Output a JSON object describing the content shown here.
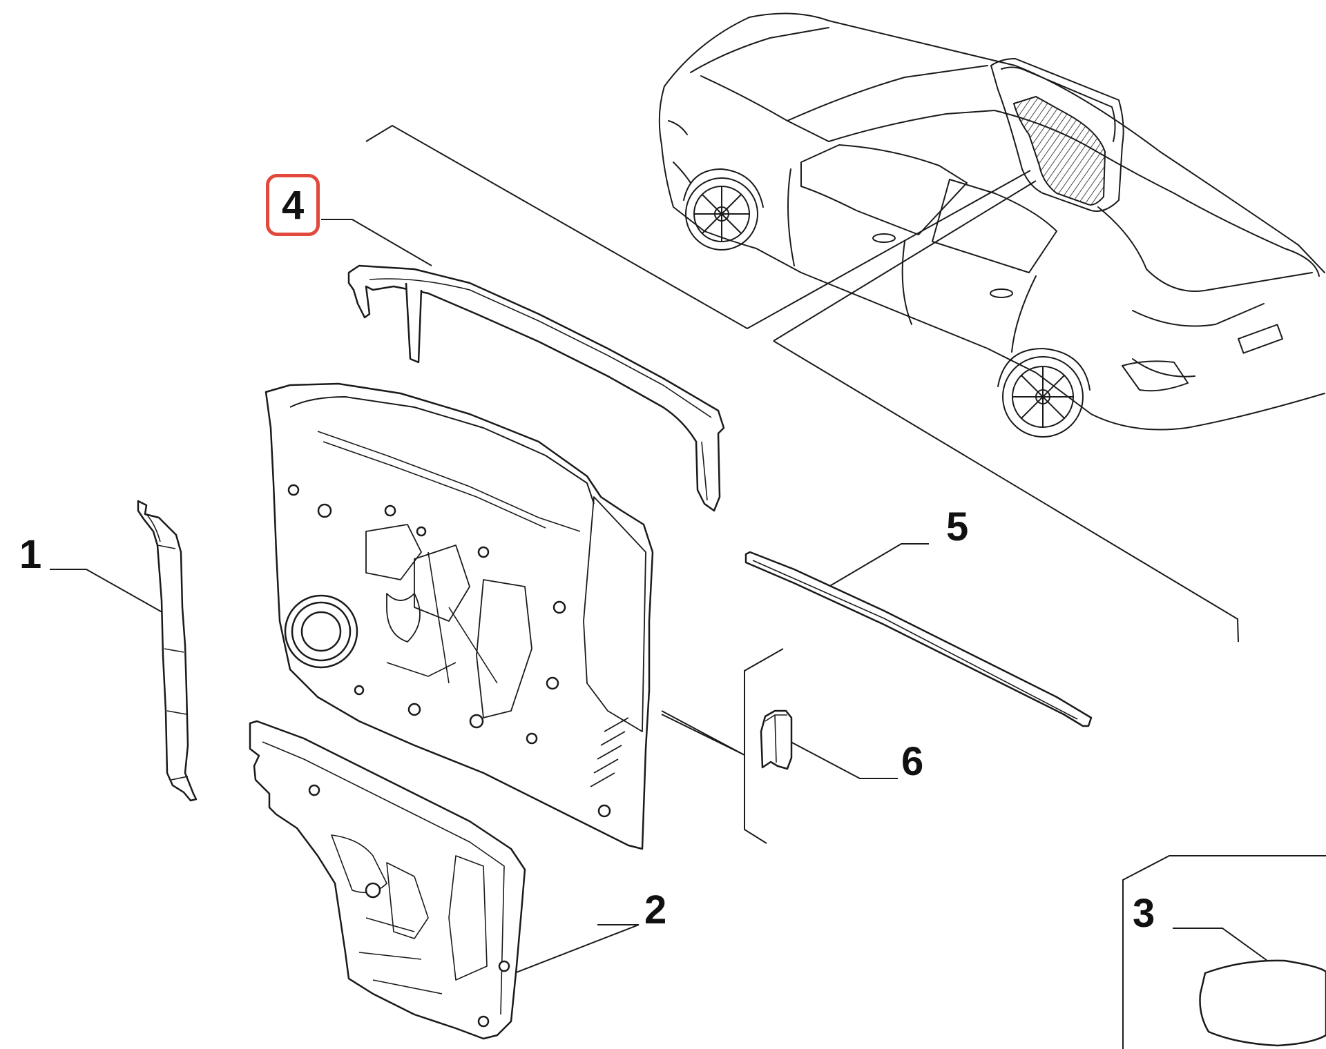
{
  "callouts": [
    {
      "id": "1",
      "label": "1",
      "selected": false
    },
    {
      "id": "2",
      "label": "2",
      "selected": false
    },
    {
      "id": "3",
      "label": "3",
      "selected": false
    },
    {
      "id": "4",
      "label": "4",
      "selected": true
    },
    {
      "id": "5",
      "label": "5",
      "selected": false
    },
    {
      "id": "6",
      "label": "6",
      "selected": false
    }
  ],
  "colors": {
    "line": "#1a1a1a",
    "highlight": "#e2483b",
    "background": "#ffffff"
  }
}
